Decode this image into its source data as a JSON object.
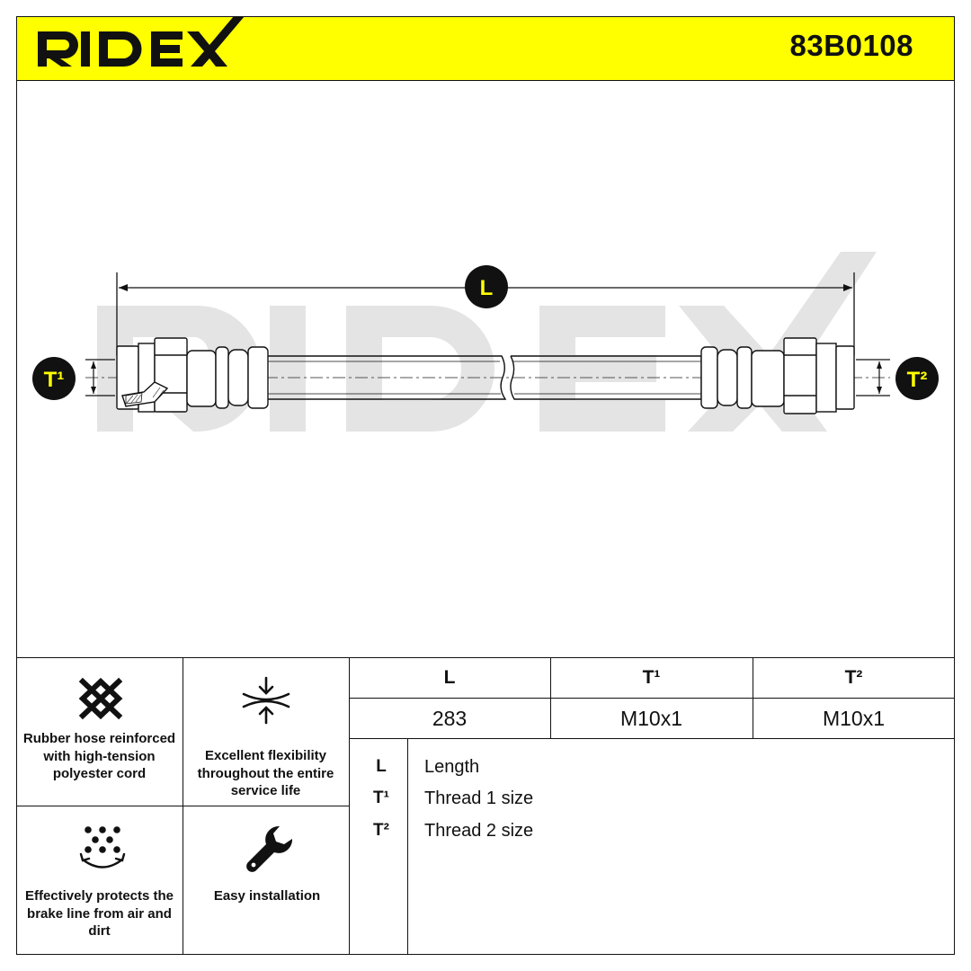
{
  "header": {
    "brand": "RIDEX",
    "part_number": "83B0108",
    "brand_color": "#ffff00"
  },
  "drawing": {
    "watermark": "RIDEX",
    "markers": [
      {
        "id": "L",
        "label": "L"
      },
      {
        "id": "T1",
        "label": "T¹"
      },
      {
        "id": "T2",
        "label": "T²"
      }
    ]
  },
  "features": [
    {
      "icon": "crosshatch-icon",
      "text": "Rubber hose reinforced with high-tension polyester cord"
    },
    {
      "icon": "flexibility-arrows-icon",
      "text": "Excellent flexibility throughout the entire service life"
    },
    {
      "icon": "protection-particles-icon",
      "text": "Effectively protects the brake line from air and dirt"
    },
    {
      "icon": "wrench-icon",
      "text": "Easy installation"
    }
  ],
  "spec_table": {
    "headers": [
      "L",
      "T¹",
      "T²"
    ],
    "values": [
      "283",
      "M10x1",
      "M10x1"
    ]
  },
  "legend": [
    {
      "key": "L",
      "label": "Length"
    },
    {
      "key": "T¹",
      "label": "Thread 1 size"
    },
    {
      "key": "T²",
      "label": "Thread 2 size"
    }
  ]
}
